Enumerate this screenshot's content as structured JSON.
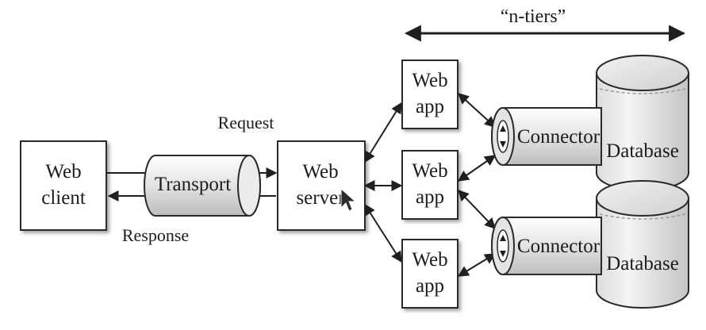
{
  "tier_label": "“n-tiers”",
  "web_client": {
    "line1": "Web",
    "line2": "client"
  },
  "transport": {
    "label": "Transport"
  },
  "request_label": "Request",
  "response_label": "Response",
  "web_server": {
    "line1": "Web",
    "line2": "server"
  },
  "web_apps": [
    {
      "line1": "Web",
      "line2": "app"
    },
    {
      "line1": "Web",
      "line2": "app"
    },
    {
      "line1": "Web",
      "line2": "app"
    }
  ],
  "connectors": [
    {
      "label": "Connector"
    },
    {
      "label": "Connector"
    }
  ],
  "databases": [
    {
      "label": "Database"
    },
    {
      "label": "Database"
    }
  ],
  "colors": {
    "stroke": "#2a2a2a",
    "fill_light": "#f6f6f6",
    "fill_mid": "#d9d9d9",
    "fill_dark": "#b8b8b8"
  },
  "icons": [
    "mouse-cursor-icon"
  ]
}
